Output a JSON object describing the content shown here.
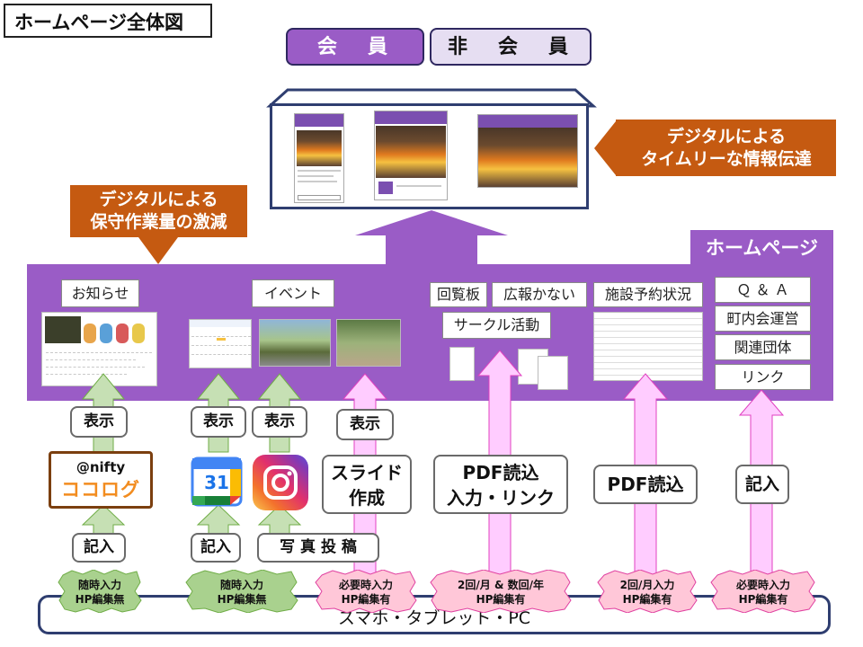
{
  "title": "ホームページ全体図",
  "tabs": {
    "member": "会　員",
    "nonmember": "非　会　員"
  },
  "callouts": {
    "left": [
      "デジタルによる",
      "保守作業量の激減"
    ],
    "right": [
      "デジタルによる",
      "タイムリーな情報伝達"
    ]
  },
  "homepage_label": "ホームページ",
  "sections": {
    "notice": "お知らせ",
    "event": "イベント",
    "circular": "回覧板",
    "pr": "広報かない",
    "circle": "サークル活動",
    "facility": "施設予約状況",
    "qa": "Ｑ ＆ Ａ",
    "management": "町内会運営",
    "groups": "関連団体",
    "links": "リンク"
  },
  "display_label": "表示",
  "entry_label": "記入",
  "nifty": {
    "top": "@nifty",
    "bottom": "ココログ"
  },
  "calendar_number": "31",
  "action_boxes": {
    "slide": [
      "スライド",
      "作成"
    ],
    "pdf_link": [
      "PDF読込",
      "入力・リンク"
    ],
    "pdf": "PDF読込",
    "entry": "記入",
    "photo": "写 真 投 稿"
  },
  "badges": {
    "b1": [
      "随時入力",
      "HP編集無"
    ],
    "b2": [
      "随時入力",
      "HP編集無"
    ],
    "b3": [
      "必要時入力",
      "HP編集有"
    ],
    "b4": [
      "2回/月 & 数回/年",
      "HP編集有"
    ],
    "b5": [
      "2回/月入力",
      "HP編集有"
    ],
    "b6": [
      "必要時入力",
      "HP編集有"
    ]
  },
  "device_label": "スマホ・タブレット・PC",
  "colors": {
    "purple": "#9a5cc6",
    "orange": "#c55a11",
    "green_arrow": "#c6e0b4",
    "pink_arrow": "#ffccff",
    "badge_green": "#a9d18e",
    "badge_pink": "#ffc7d8"
  }
}
